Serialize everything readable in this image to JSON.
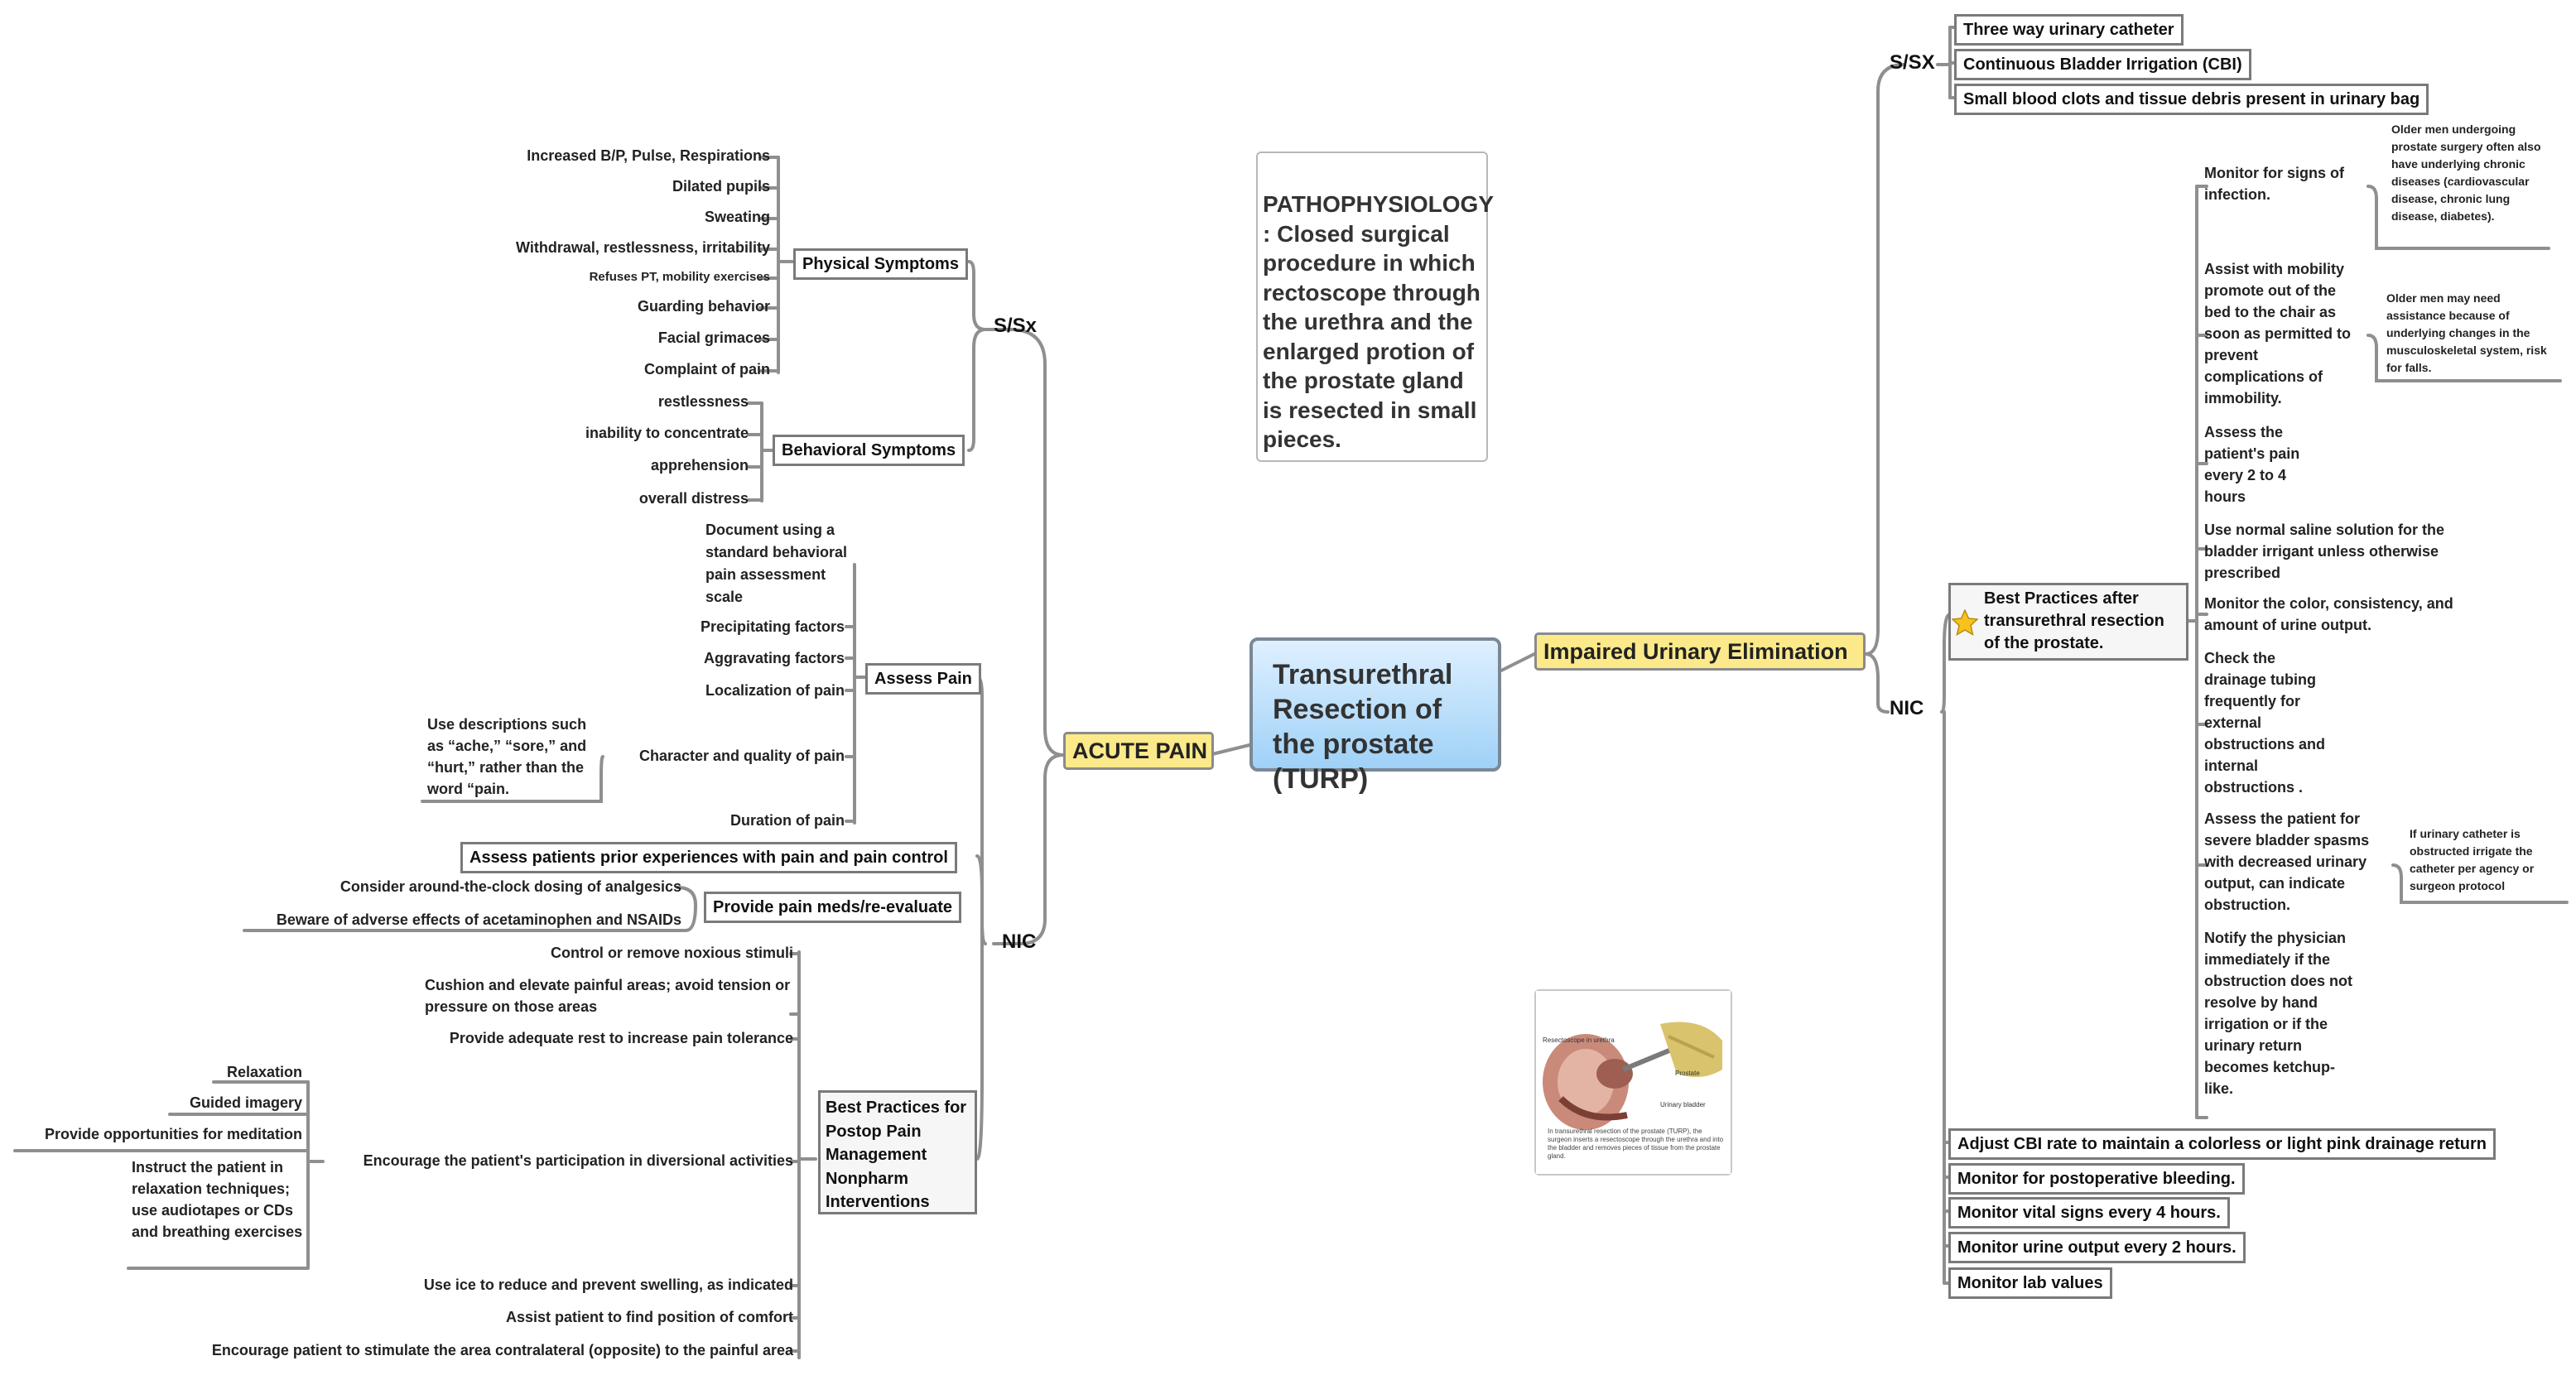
{
  "central": {
    "title": "Transurethral Resection of the prostate (TURP)"
  },
  "pathophysiology": "PATHOPHYSIOLOGY : Closed surgical procedure in which rectoscope through the urethra and the enlarged protion of the prostate gland is resected in small pieces.",
  "image_caption": "In transurethral resection of the prostate (TURP), the surgeon inserts a resectoscope through the urethra and into the bladder and removes pieces of tissue from the prostate gland.",
  "image_labels": {
    "resectoscope": "Resectoscope in urethra",
    "prostate": "Prostate",
    "bladder": "Urinary bladder"
  },
  "acute_pain": {
    "title": "ACUTE PAIN",
    "ssx": {
      "label": "S/Sx",
      "physical": {
        "title": "Physical Symptoms",
        "items": [
          "Increased B/P, Pulse, Respirations",
          "Dilated pupils",
          "Sweating",
          "Withdrawal, restlessness, irritability",
          "Refuses PT, mobility exercises",
          "Guarding behavior",
          "Facial grimaces",
          "Complaint of pain"
        ]
      },
      "behavioral": {
        "title": "Behavioral Symptoms",
        "items": [
          "restlessness",
          "inability to concentrate",
          "apprehension",
          "overall distress"
        ]
      }
    },
    "nic": {
      "label": "NIC",
      "assess_pain": {
        "title": "Assess Pain",
        "items": [
          "Document using a standard behavioral pain assessment scale",
          "Precipitating factors",
          "Aggravating factors",
          "Localization of pain",
          "Character and quality of pain",
          "Duration of pain"
        ],
        "character_note": "Use descriptions such as “ache,” “sore,” and “hurt,” rather than the word “pain."
      },
      "prior": "Assess patients prior experiences with pain and pain control",
      "meds": {
        "title": "Provide pain meds/re-evaluate",
        "items": [
          "Consider around-the-clock dosing of analgesics",
          "Beware of adverse effects of acetaminophen and NSAIDs"
        ]
      },
      "best_practices": {
        "title": "Best Practices for Postop Pain Management Nonpharm Interventions",
        "items": [
          "Control or remove noxious stimuli",
          "Cushion and elevate painful areas; avoid tension or pressure on those areas",
          "Provide adequate rest to increase pain tolerance",
          "Encourage the patient's participation in diversional activities",
          "Use ice to reduce and prevent swelling, as indicated",
          "Assist patient to find position of comfort",
          "Encourage patient to stimulate the area contralateral (opposite) to the painful area"
        ],
        "diversional": [
          "Relaxation",
          "Guided imagery",
          "Provide opportunities for meditation",
          "Instruct the patient in relaxation techniques; use audiotapes or CDs and breathing exercises"
        ]
      }
    }
  },
  "urinary": {
    "title": "Impaired Urinary Elimination",
    "ssx": {
      "label": "S/SX",
      "items": [
        "Three way urinary catheter",
        "Continuous Bladder Irrigation (CBI)",
        "Small blood clots and tissue debris present in urinary bag"
      ]
    },
    "nic": {
      "label": "NIC",
      "best": {
        "title": "Best Practices after transurethral resection of the prostate.",
        "items": [
          "Monitor for signs of infection.",
          "Assist with mobility promote out of the bed to the chair as soon as permitted to prevent complications of immobility.",
          "Assess the patient's pain every 2 to 4 hours",
          "Use normal saline solution for the bladder irrigant unless otherwise prescribed",
          "Monitor the color, consistency, and amount of urine output.",
          "Check the drainage tubing frequently for external obstructions and internal obstructions .",
          "Assess the patient for severe bladder spasms with decreased urinary output, can indicate obstruction.",
          "Notify the physician immediately if the obstruction does not resolve by hand irrigation or if the urinary return becomes ketchup-like."
        ],
        "notes": {
          "infection": "Older men undergoing prostate surgery often also have underlying chronic diseases (cardiovascular disease, chronic lung disease, diabetes).",
          "mobility": "Older men may need assistance because of underlying changes in the musculoskeletal system, risk for falls.",
          "spasms": "If urinary catheter is obstructed irrigate the catheter per agency or surgeon protocol"
        }
      },
      "items": [
        "Adjust CBI rate to maintain a colorless or light pink drainage return",
        "Monitor for postoperative bleeding.",
        "Monitor vital signs every 4 hours.",
        "Monitor urine output every 2 hours.",
        "Monitor lab values"
      ]
    }
  }
}
